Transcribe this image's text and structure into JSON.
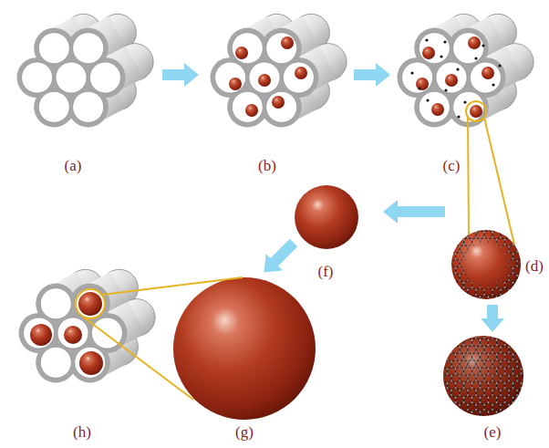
{
  "diagram": {
    "labels": [
      "(a)",
      "(b)",
      "(c)",
      "(d)",
      "(f)",
      "(h)",
      "(g)",
      "(e)"
    ]
  }
}
